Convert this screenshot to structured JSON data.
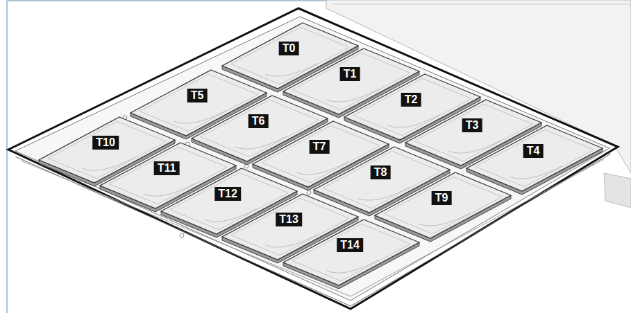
{
  "diagram": {
    "nodes": [
      {
        "text": [
          "T0"
        ]
      },
      {
        "text": [
          "T1"
        ]
      },
      {
        "text": [
          "T2"
        ]
      },
      {
        "text": [
          "T3"
        ]
      },
      {
        "text": [
          "T4"
        ]
      },
      {
        "text": [
          "T5"
        ]
      },
      {
        "text": [
          "T6"
        ]
      },
      {
        "text": [
          "T7"
        ]
      },
      {
        "text": [
          "T8"
        ]
      },
      {
        "text": [
          "T9"
        ]
      },
      {
        "text": [
          "T10"
        ]
      },
      {
        "text": [
          "T11"
        ]
      },
      {
        "text": [
          "T12"
        ]
      },
      {
        "text": [
          "T13"
        ]
      },
      {
        "text": [
          "T14"
        ]
      }
    ]
  }
}
